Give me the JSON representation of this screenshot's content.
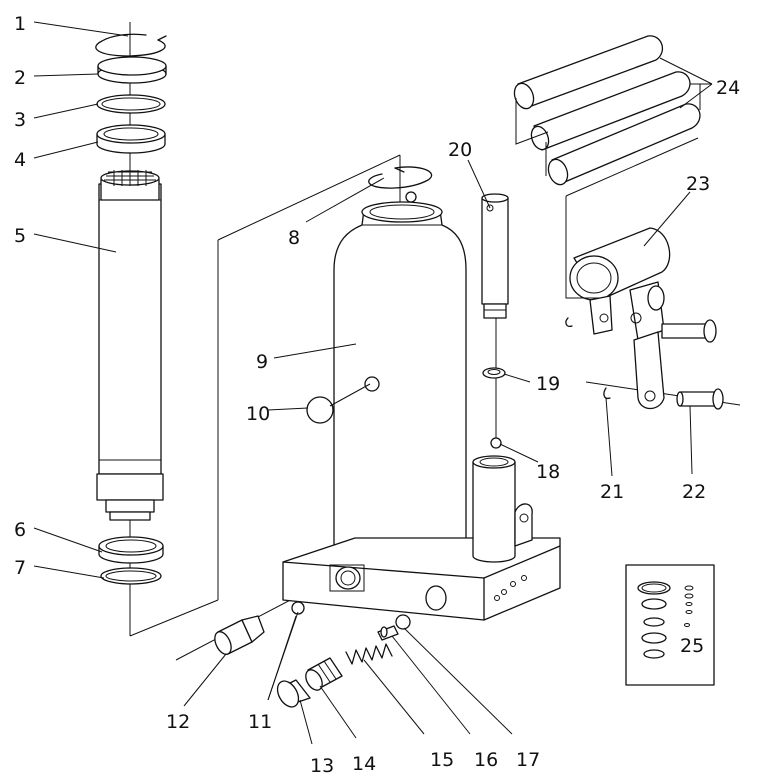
{
  "diagram": {
    "part_numbers": [
      "1",
      "2",
      "3",
      "4",
      "5",
      "6",
      "7",
      "8",
      "9",
      "10",
      "11",
      "12",
      "13",
      "14",
      "15",
      "16",
      "17",
      "18",
      "19",
      "20",
      "21",
      "22",
      "23",
      "24",
      "25"
    ]
  }
}
